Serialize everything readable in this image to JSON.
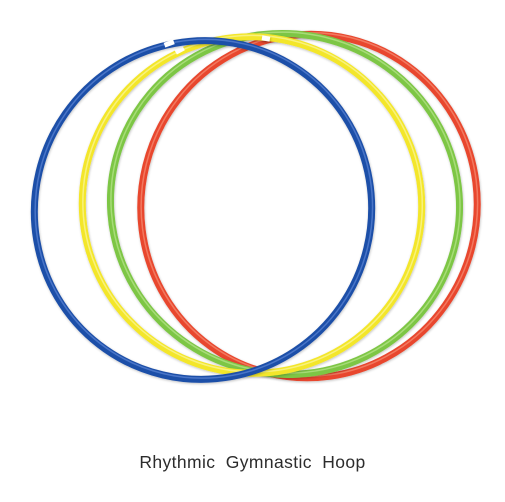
{
  "caption": "Rhythmic  Gymnastic  Hoop",
  "hoops": [
    {
      "name": "red-hoop",
      "color": "#e8472e",
      "highlight": "#f58a70"
    },
    {
      "name": "green-hoop",
      "color": "#7dc645",
      "highlight": "#b6e38a"
    },
    {
      "name": "yellow-hoop",
      "color": "#f3e62a",
      "highlight": "#faf59a"
    },
    {
      "name": "blue-hoop",
      "color": "#1f4fa8",
      "highlight": "#5a86d6"
    }
  ]
}
